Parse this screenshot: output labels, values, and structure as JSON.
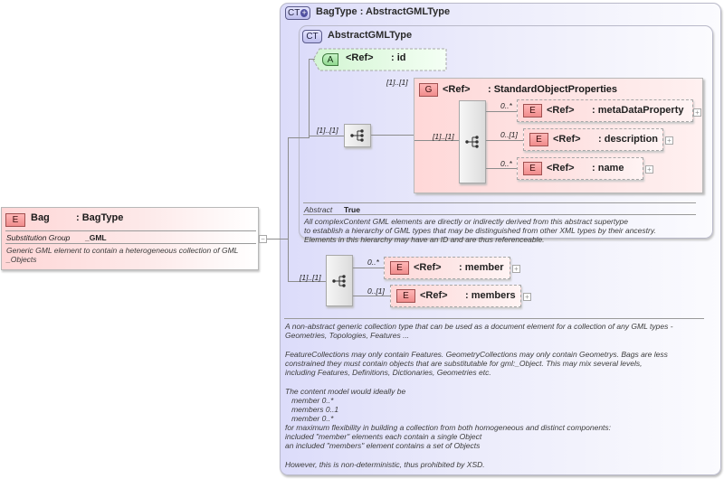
{
  "bag_element": {
    "badge": "E",
    "name": "Bag",
    "type": ": BagType",
    "substitution_group_label": "Substitution Group",
    "substitution_group_value": "_GML",
    "documentation": [
      "Generic GML element to contain a heterogeneous collection of GML",
      "_Objects"
    ]
  },
  "bag_type": {
    "badge": "CT",
    "title": "BagType : AbstractGMLType",
    "documentation": [
      "A non-abstract generic collection type that can be used as a document element for a collection of any GML types -",
      "Geometries, Topologies, Features ...",
      "",
      "FeatureCollections may only contain Features.  GeometryCollections may only contain Geometrys.  Bags are less",
      "constrained  they must contain objects that are substitutable for gml:_Object.  This may mix several levels,",
      "including Features, Definitions, Dictionaries, Geometries etc.",
      "",
      "The content model would ideally be",
      "   member 0..*",
      "   members 0..1",
      "   member 0..*",
      "for maximum flexibility in building a collection from both homogeneous and distinct components:",
      "included \"member\" elements each contain a single Object",
      "an included \"members\" element contains a set of Objects",
      "",
      "However, this is non-deterministic, thus prohibited by XSD."
    ],
    "sequence_multiplicity": "[1]..[1]",
    "children": [
      {
        "badge": "E",
        "ref": "<Ref>",
        "name": ": member",
        "multiplicity": "0..*"
      },
      {
        "badge": "E",
        "ref": "<Ref>",
        "name": ": members",
        "multiplicity": "0..[1]"
      }
    ]
  },
  "abstract_gml_type": {
    "badge": "CT",
    "title": "AbstractGMLType",
    "attribute": {
      "badge": "A",
      "ref": "<Ref>",
      "name": ": id"
    },
    "sequence_multiplicity": "[1]..[1]",
    "abstract_label": "Abstract",
    "abstract_value": "True",
    "documentation": [
      "All complexContent GML elements are directly or indirectly derived from this abstract supertype",
      "to establish a hierarchy of GML types that may be distinguished from other XML types by their ancestry.",
      "Elements in this hierarchy may have an ID and are thus referenceable."
    ],
    "group": {
      "badge": "G",
      "ref": "<Ref>",
      "name": ": StandardObjectProperties",
      "multiplicity": "[1]..[1]",
      "sequence_multiplicity": "[1]..[1]",
      "children": [
        {
          "badge": "E",
          "ref": "<Ref>",
          "name": ": metaDataProperty",
          "multiplicity": "0..*"
        },
        {
          "badge": "E",
          "ref": "<Ref>",
          "name": ": description",
          "multiplicity": "0..[1]"
        },
        {
          "badge": "E",
          "ref": "<Ref>",
          "name": ": name",
          "multiplicity": "0..*"
        }
      ]
    }
  },
  "icons": {
    "expand": "+",
    "collapse": "−",
    "extension": "+"
  }
}
